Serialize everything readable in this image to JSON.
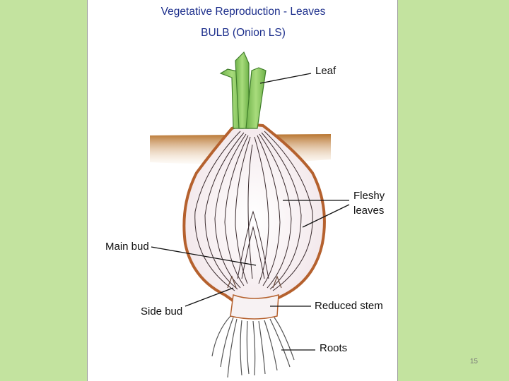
{
  "slide": {
    "title": "Vegetative Reproduction - Leaves",
    "subtitle": "BULB (Onion LS)",
    "page_number": "15"
  },
  "labels": {
    "leaf": "Leaf",
    "fleshy_1": "Fleshy",
    "fleshy_2": "leaves",
    "main_bud": "Main bud",
    "side_bud": "Side bud",
    "reduced_stem": "Reduced stem",
    "roots": "Roots"
  },
  "colors": {
    "background": "#c3e39f",
    "title": "#1d2f8c",
    "soil": "#c8884c",
    "leaf_green": "#8fd065",
    "skin": "#b5612e"
  }
}
